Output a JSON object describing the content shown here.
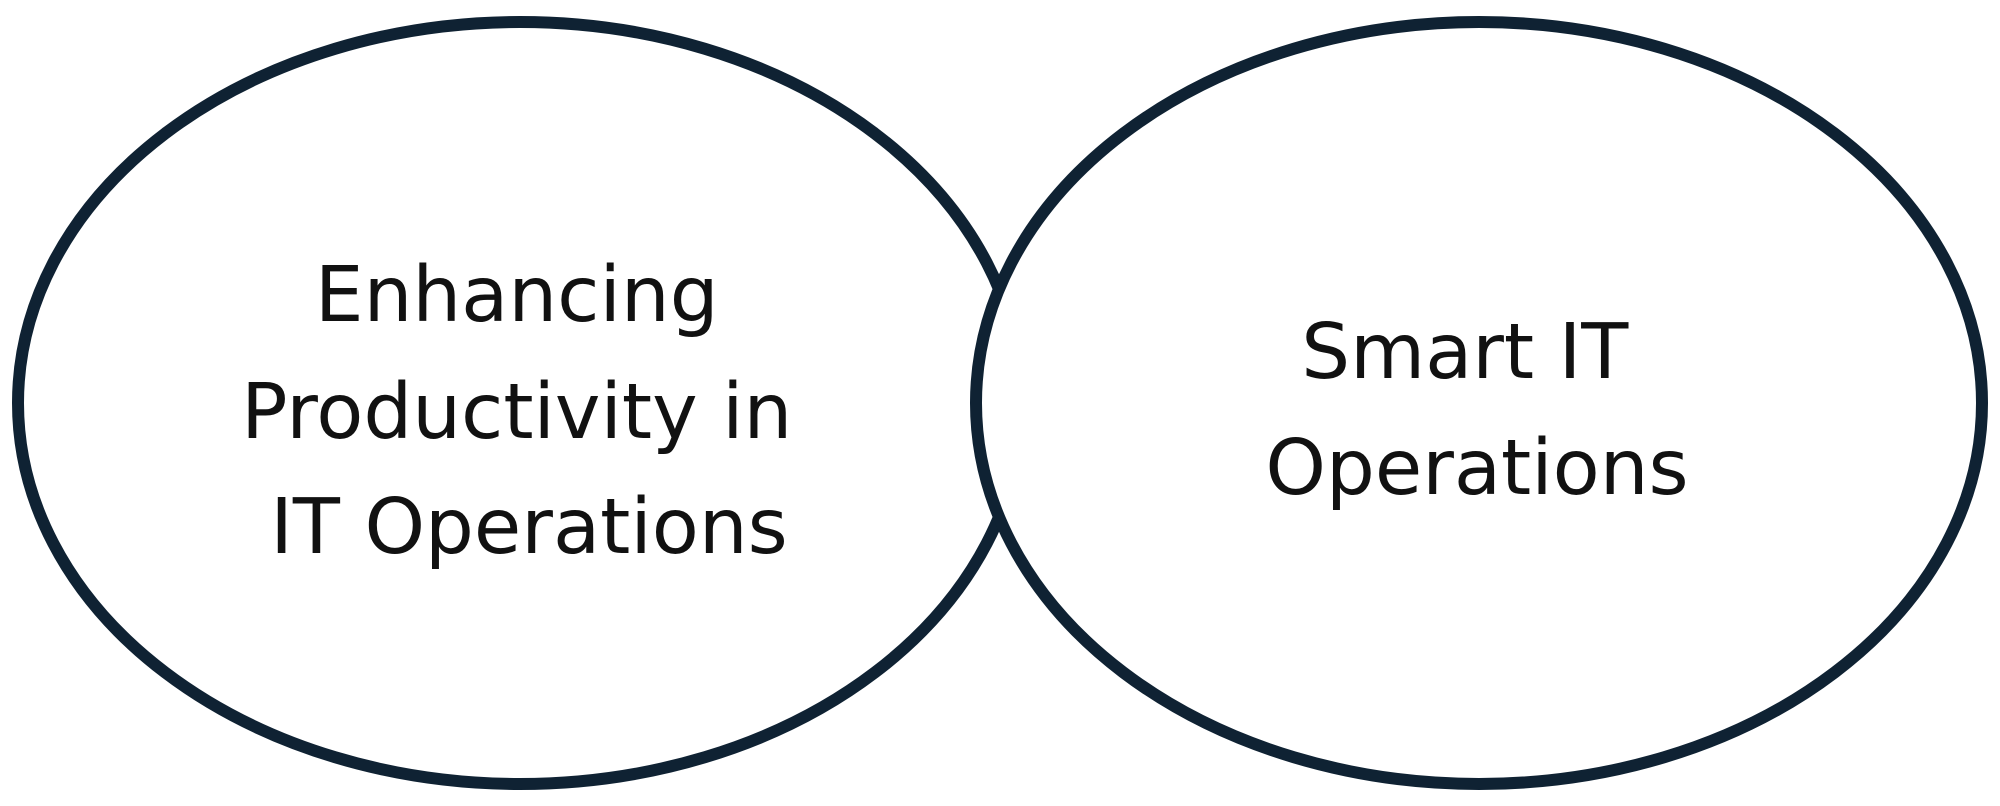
{
  "colors": {
    "outline": "#0f2233",
    "text": "#111111",
    "background": "#ffffff"
  },
  "nodes": [
    {
      "id": "left-ellipse",
      "lines": [
        "Enhancing",
        "Productivity in",
        "IT Operations"
      ]
    },
    {
      "id": "right-ellipse",
      "lines": [
        "Smart IT",
        "Operations"
      ]
    }
  ]
}
